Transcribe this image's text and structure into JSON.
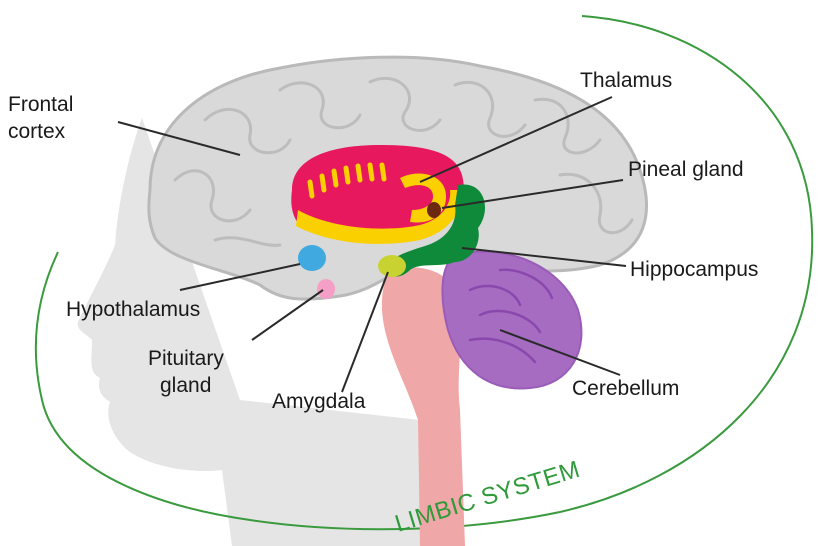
{
  "labels": {
    "frontal_line1": "Frontal",
    "frontal_line2": "cortex",
    "thalamus": "Thalamus",
    "pineal": "Pineal gland",
    "hippocampus": "Hippocampus",
    "hypothalamus": "Hypothalamus",
    "pituitary_line1": "Pituitary",
    "pituitary_line2": "gland",
    "amygdala": "Amygdala",
    "cerebellum": "Cerebellum",
    "limbic_system": "LIMBIC SYSTEM"
  },
  "colors": {
    "background": "#ffffff",
    "head": "#e3e3e3",
    "brain_fill": "#d8d8d8",
    "brain_outline": "#b9b9b9",
    "limbic_outline": "#3a9a3e",
    "cingulate": "#e8185e",
    "fornix": "#fbd000",
    "hippocampus": "#0f8a3a",
    "pineal": "#6b2a10",
    "hypothalamus": "#3fa9e0",
    "pituitary": "#f59fc6",
    "amygdala": "#c8d230",
    "brainstem": "#f0a7a7",
    "cerebellum": "#a269bf",
    "text": "#1a1a1a"
  }
}
